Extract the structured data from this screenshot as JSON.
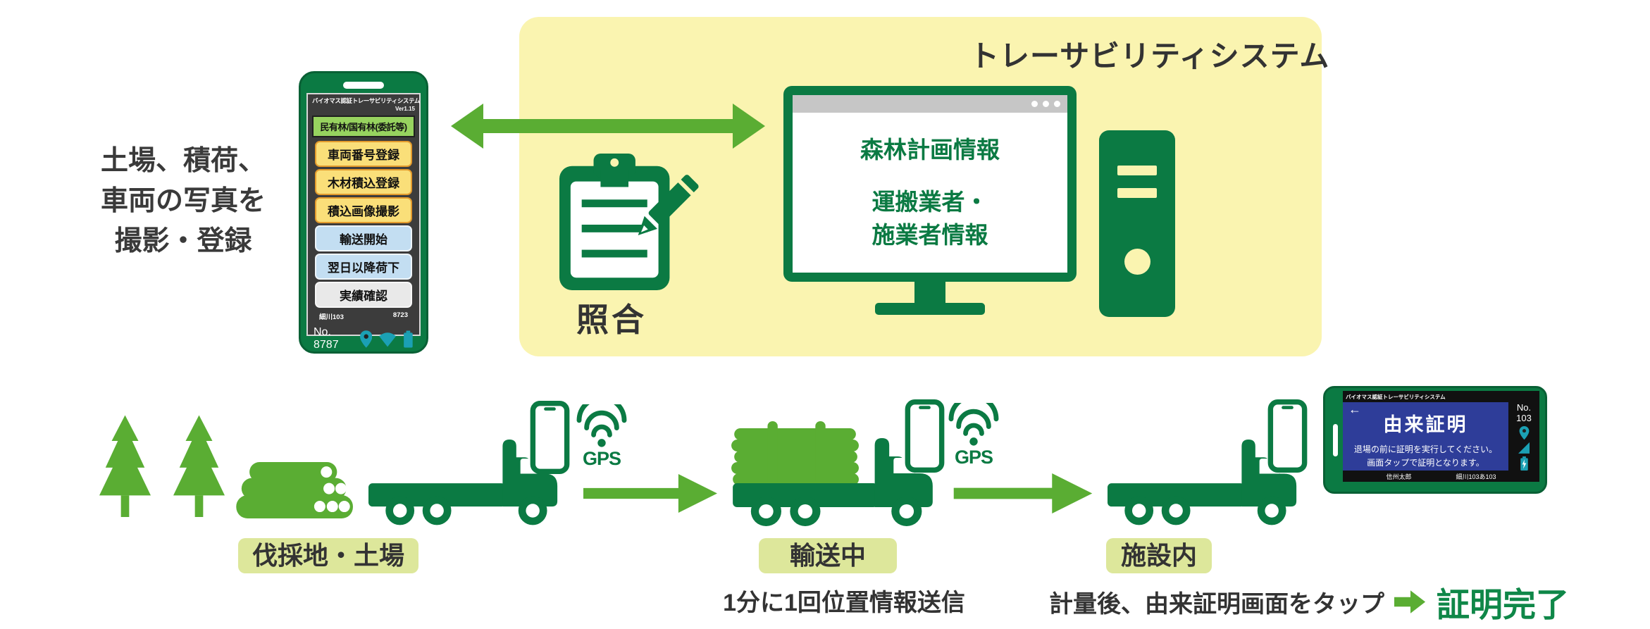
{
  "colors": {
    "dark_green": "#0b7a43",
    "light_green": "#5aad33",
    "panel_yellow": "#faf4b0",
    "label_green": "#dde79b",
    "teal": "#1ba0b4",
    "tablet_blue": "#2e3d99",
    "btn_yellow": "#fadf79",
    "btn_yellow_border": "#e39b2d",
    "btn_blue": "#c3def2",
    "btn_gray": "#e9e9e9",
    "chip_green": "#97d35f",
    "done_green": "#0f8748"
  },
  "top": {
    "left_caption_lines": [
      "土場、積荷、",
      "車両の写真を",
      "撮影・登録"
    ],
    "phone": {
      "header_title": "バイオマス認証トレーサビリティシステム",
      "version": "Ver1.15",
      "chip": "民有林/国有林(委託等)",
      "yellow_buttons": [
        "車両番号登録",
        "木材積込登録",
        "積込画像撮影"
      ],
      "blue_buttons": [
        "輸送開始",
        "翌日以降荷下"
      ],
      "gray_button": "実績確認",
      "status_left": "細川103",
      "status_right": "8723",
      "number": "No. 8787"
    },
    "system": {
      "title": "トレーサビリティシステム",
      "monitor_lines": [
        "森林計画情報",
        "運搬業者・",
        "施業者情報"
      ],
      "clipboard_label": "照合"
    }
  },
  "bottom": {
    "gps_label": "GPS",
    "stages": [
      {
        "label": "伐採地・土場"
      },
      {
        "label": "輸送中",
        "caption": "1分に1回位置情報送信"
      },
      {
        "label": "施設内",
        "caption": "計量後、由来証明画面をタップ",
        "result": "証明完了"
      }
    ],
    "tablet": {
      "header": "バイオマス認証トレーサビリティシステム",
      "back_arrow": "←",
      "title": "由来証明",
      "body_lines": [
        "退場の前に証明を実行してください。",
        "画面タップで証明となります。"
      ],
      "footer_left": "信州太郎",
      "footer_right": "細川103あ103",
      "no_label": "No.",
      "no_value": "103"
    }
  }
}
